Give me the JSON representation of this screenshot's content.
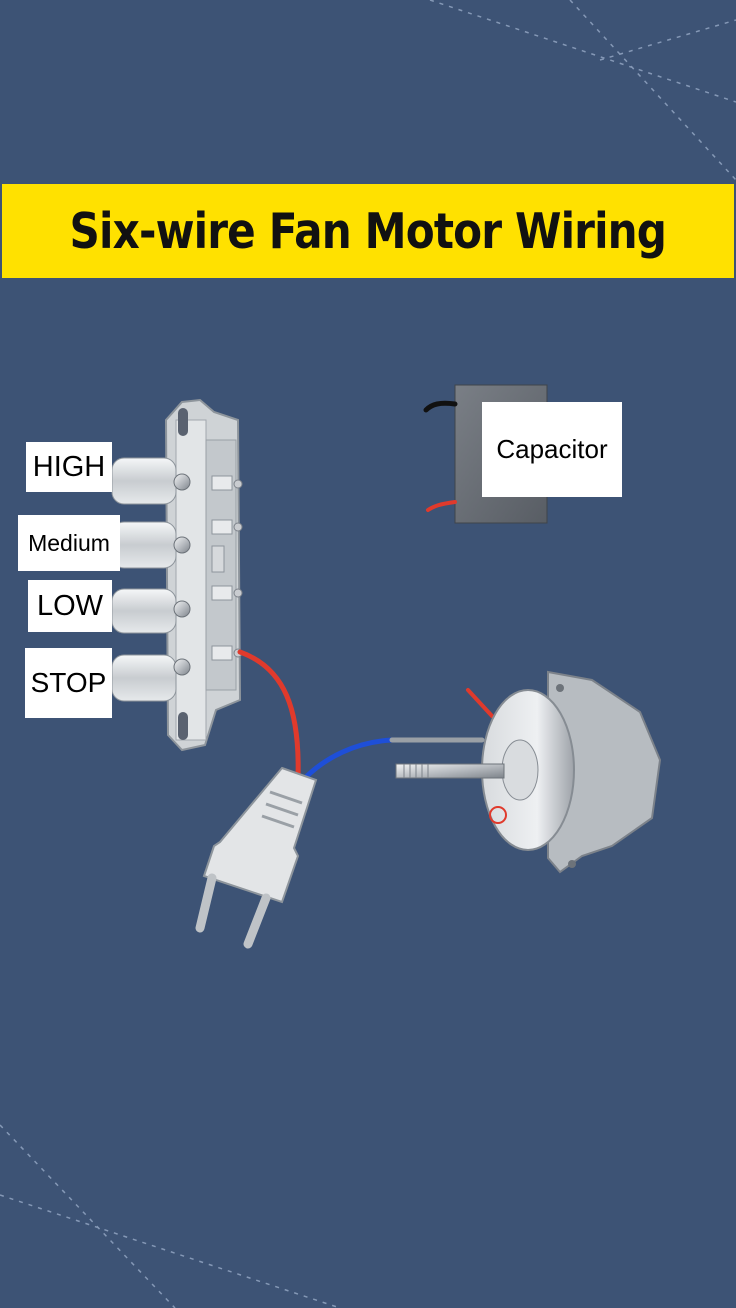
{
  "title": "Six-wire Fan Motor Wiring",
  "labels": {
    "high": "HIGH",
    "medium": "Medium",
    "low": "LOW",
    "stop": "STOP",
    "capacitor": "Capacitor"
  },
  "colors": {
    "background": "#3d5375",
    "banner": "#ffe100",
    "wire_red": "#e03a2c",
    "wire_blue": "#1e4fd8",
    "wire_grey": "#9aa0a6"
  },
  "icons": [
    "switch-panel-icon",
    "capacitor-icon",
    "plug-icon",
    "fan-motor-icon"
  ]
}
